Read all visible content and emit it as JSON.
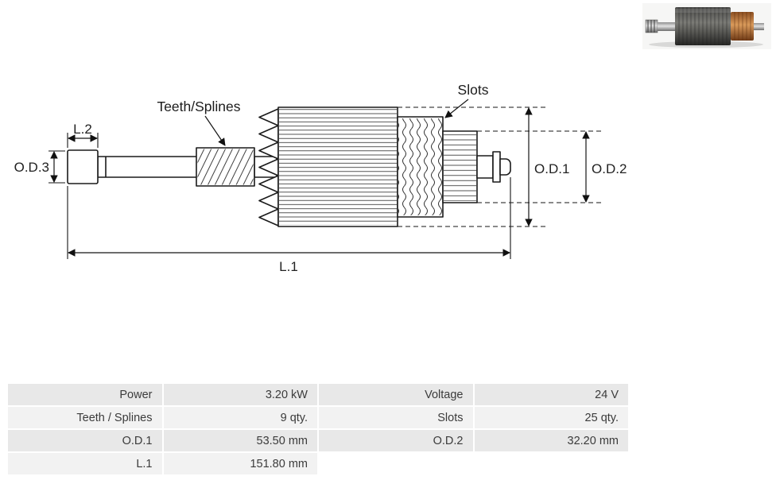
{
  "diagram": {
    "labels": {
      "teeth_splines": "Teeth/Splines",
      "slots": "Slots",
      "l1": "L.1",
      "l2": "L.2",
      "od1": "O.D.1",
      "od2": "O.D.2",
      "od3": "O.D.3"
    },
    "line_color": "#1a1a1a"
  },
  "photo": {
    "subject": "starter-armature",
    "colors": {
      "copper": "#d99a5b",
      "steel": "#9a9a9a",
      "core": "#4a4a48"
    }
  },
  "table": {
    "rows": [
      {
        "cells": [
          "Power",
          "3.20 kW",
          "Voltage",
          "24 V"
        ]
      },
      {
        "cells": [
          "Teeth / Splines",
          "9 qty.",
          "Slots",
          "25 qty."
        ]
      },
      {
        "cells": [
          "O.D.1",
          "53.50 mm",
          "O.D.2",
          "32.20 mm"
        ]
      },
      {
        "cells": [
          "L.1",
          "151.80 mm",
          "",
          ""
        ]
      }
    ],
    "row_colors": {
      "odd": "#e8e8e8",
      "even": "#f2f2f2"
    }
  }
}
